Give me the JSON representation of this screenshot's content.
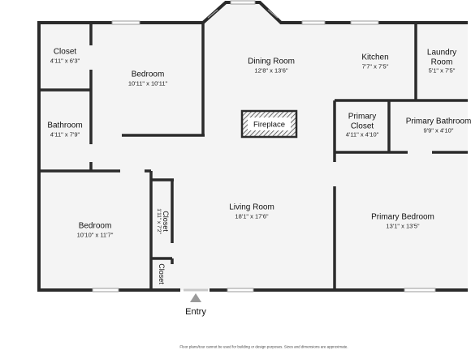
{
  "rooms": {
    "closet_top_left": {
      "name": "Closet",
      "dims": "4'11\" x 6'3\""
    },
    "bedroom_top": {
      "name": "Bedroom",
      "dims": "10'11\" x 10'11\""
    },
    "dining_room": {
      "name": "Dining Room",
      "dims": "12'8\" x 13'6\""
    },
    "kitchen": {
      "name": "Kitchen",
      "dims": "7'7\" x 7'5\""
    },
    "laundry_room": {
      "name_line1": "Laundry",
      "name_line2": "Room",
      "dims": "5'1\" x 7'5\""
    },
    "bathroom": {
      "name": "Bathroom",
      "dims": "4'11\" x 7'9\""
    },
    "primary_closet": {
      "name_line1": "Primary",
      "name_line2": "Closet",
      "dims": "4'11\" x 4'10\""
    },
    "primary_bathroom": {
      "name": "Primary Bathroom",
      "dims": "9'9\" x 4'10\""
    },
    "living_room": {
      "name": "Living Room",
      "dims": "18'1\" x 17'6\""
    },
    "bedroom_bottom": {
      "name": "Bedroom",
      "dims": "10'10\" x 11'7\""
    },
    "closet_middle": {
      "name": "Closet",
      "dims": "1'11\" x 7'2\""
    },
    "closet_small": {
      "name": "Closet"
    },
    "primary_bedroom": {
      "name": "Primary Bedroom",
      "dims": "13'1\" x 13'5\""
    }
  },
  "fireplace_label": "Fireplace",
  "entry_label": "Entry",
  "disclaimer": "Floor plans/tour cannot be used for building or design purposes. Sizes and dimensions are approximate.",
  "colors": {
    "wall": "#2b2b2b",
    "floor": "#f4f4f4",
    "window": "#c9c9c9"
  }
}
